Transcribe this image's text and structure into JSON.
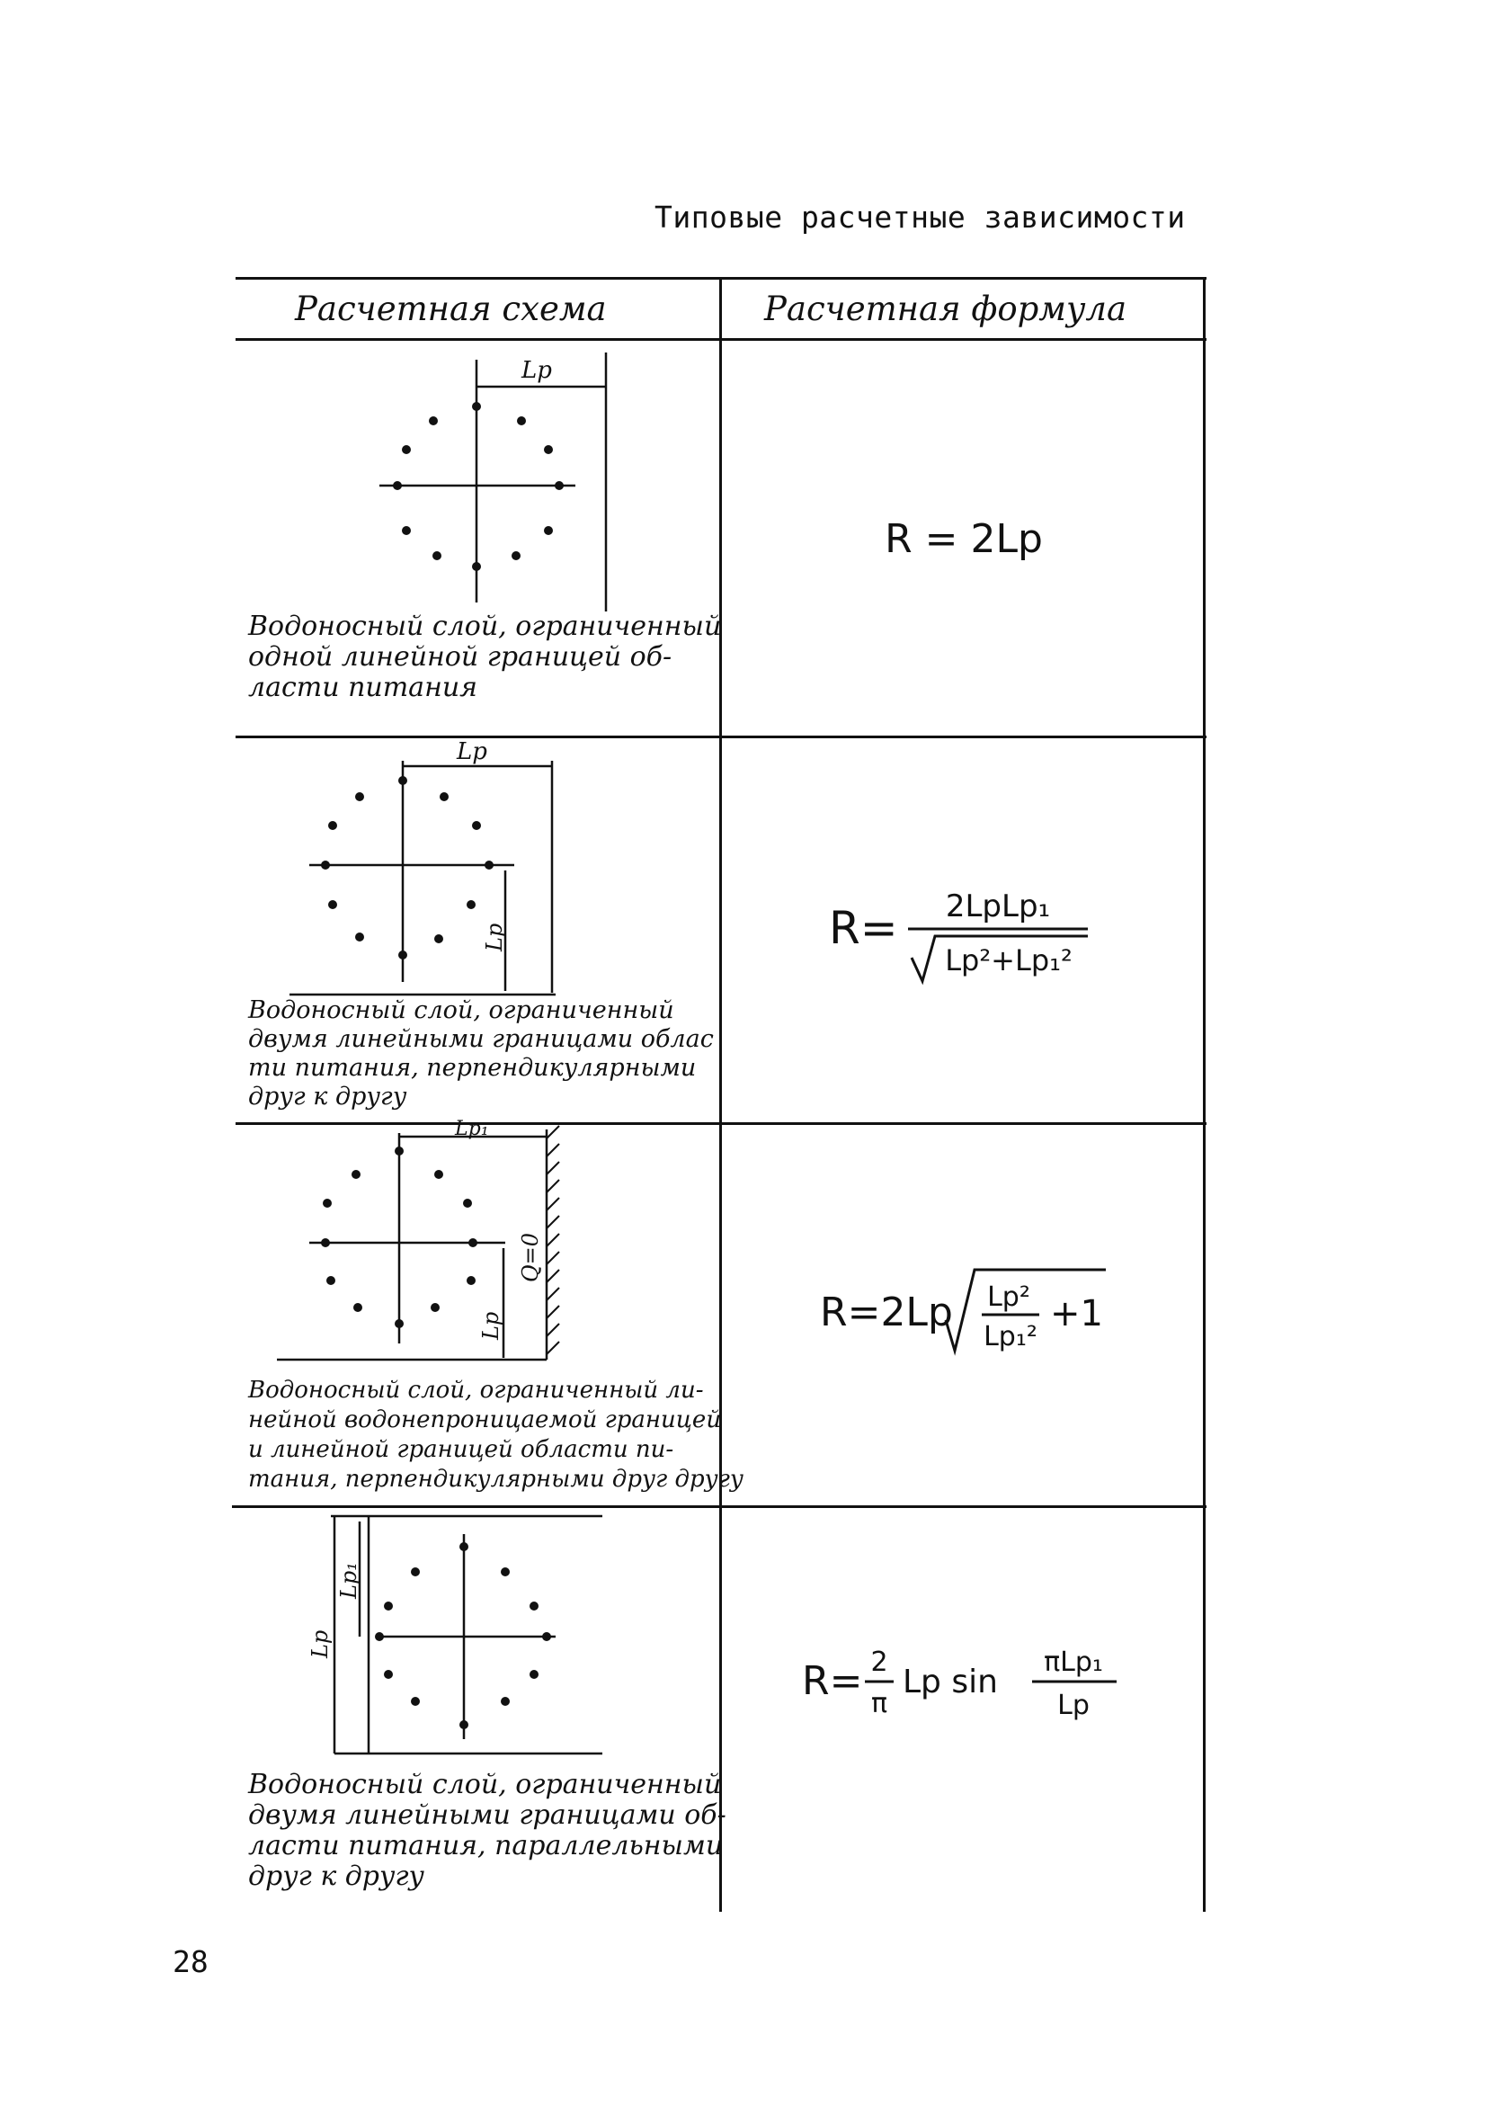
{
  "page": {
    "caption": "Типовые расчетные зависимости",
    "page_number": "28"
  },
  "table": {
    "header": {
      "schema": "Расчетная схема",
      "formula": "Расчетная формула"
    },
    "rows": [
      {
        "description": [
          "Водоносный слой, ограниченный",
          "одной линейной границей об-",
          "ласти питания"
        ],
        "labels": {
          "top": "Lp"
        },
        "formula": {
          "text": "R = 2Lp"
        }
      },
      {
        "description": [
          "Водоносный слой, ограниченный",
          "двумя линейными границами облас",
          "ти питания, перпендикулярными",
          "друг к другу"
        ],
        "labels": {
          "top": "Lp",
          "side": "Lp"
        },
        "formula": {
          "lhs": "R=",
          "num": "2LpLp₁",
          "den": "Lp²+Lp₁²"
        }
      },
      {
        "description": [
          "Водоносный слой, ограниченный ли-",
          "нейной водонепроницаемой границей",
          "и линейной границей области пи-",
          "тания, перпендикулярными друг другу"
        ],
        "labels": {
          "top": "Lp₁",
          "side": "Lp",
          "q": "Q=0"
        },
        "formula": {
          "lhs": "R=2Lp",
          "num": "Lp²",
          "den": "Lp₁²",
          "tail": "+1"
        }
      },
      {
        "description": [
          "Водоносный слой, ограниченный",
          "двумя линейными границами об-",
          "ласти питания, параллельными",
          "друг к другу"
        ],
        "labels": {
          "side_top": "Lp₁",
          "side": "Lp"
        },
        "formula": {
          "lhs": "R=",
          "num1": "2",
          "den1": "π",
          "mid": "Lp sin",
          "num2": "πLp₁",
          "den2": "Lp"
        }
      }
    ]
  }
}
